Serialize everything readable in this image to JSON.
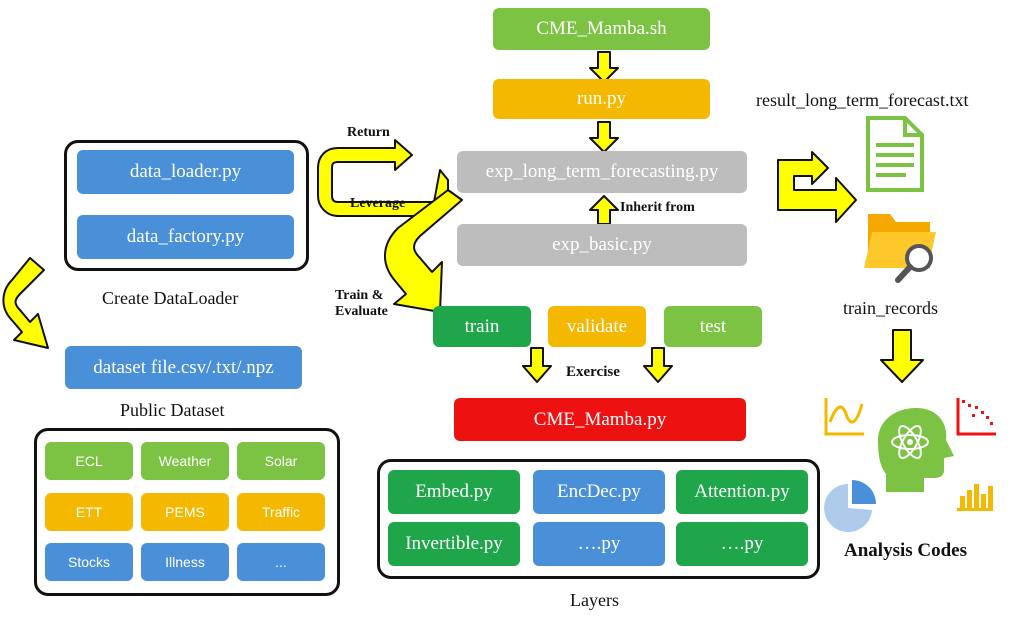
{
  "colors": {
    "blue": "#4a90d9",
    "light_green": "#7cc243",
    "dark_green": "#1fa64a",
    "orange": "#f5b800",
    "gray": "#bdbdbd",
    "red": "#ee1111",
    "arrow_fill": "#ffff00"
  },
  "pipeline": {
    "script": "CME_Mamba.sh",
    "run": "run.py",
    "exp_main": "exp_long_term_forecasting.py",
    "exp_base": "exp_basic.py",
    "inherit_label": "Inherit from",
    "return_label": "Return",
    "leverage_label": "Leverage",
    "train_evaluate_label": "Train & Evaluate",
    "stages": [
      "train",
      "validate",
      "test"
    ],
    "exercise_label": "Exercise",
    "model": "CME_Mamba.py"
  },
  "dataloader": {
    "files": [
      "data_loader.py",
      "data_factory.py"
    ],
    "caption": "Create DataLoader",
    "dataset_file": "dataset file.csv/.txt/.npz"
  },
  "public_dataset": {
    "caption": "Public Dataset",
    "items": [
      "ECL",
      "Weather",
      "Solar",
      "ETT",
      "PEMS",
      "Traffic",
      "Stocks",
      "Illness",
      "..."
    ]
  },
  "layers": {
    "caption": "Layers",
    "items": [
      "Embed.py",
      "EncDec.py",
      "Attention.py",
      "Invertible.py",
      "….py",
      "….py"
    ]
  },
  "outputs": {
    "result_file": "result_long_term_forecast.txt",
    "records": "train_records",
    "analysis": "Analysis Codes"
  },
  "icons": [
    "document-icon",
    "folder-search-icon",
    "line-chart-icon",
    "scatter-chart-icon",
    "brain-atom-icon",
    "pie-chart-icon",
    "bar-chart-icon"
  ]
}
